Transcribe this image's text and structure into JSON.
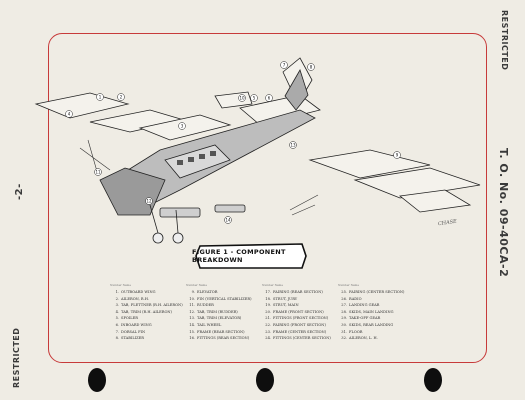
{
  "header": {
    "restricted_top": "RESTRICTED",
    "tech_order": "T. O. No. 09-40CA-2"
  },
  "footer": {
    "restricted_bottom": "RESTRICTED",
    "page_number": "-2-"
  },
  "figure": {
    "title": "FIGURE 1 - COMPONENT BREAKDOWN",
    "signature": "CHASE"
  },
  "legend": {
    "columns": [
      {
        "header": [
          "Number",
          "Name"
        ],
        "items": [
          {
            "num": "1.",
            "text": "OUTBOARD WING"
          },
          {
            "num": "2.",
            "text": "AILERON, R.H."
          },
          {
            "num": "3.",
            "text": "TAB, FLETTNER (R.H. AILERON)"
          },
          {
            "num": "4.",
            "text": "TAB, TRIM (R.H. AILERON)"
          },
          {
            "num": "5.",
            "text": "SPOILER"
          },
          {
            "num": "6.",
            "text": "INBOARD WING"
          },
          {
            "num": "7.",
            "text": "DORSAL FIN"
          },
          {
            "num": "8.",
            "text": "STABILIZER"
          }
        ]
      },
      {
        "header": [
          "Number",
          "Name"
        ],
        "items": [
          {
            "num": "9.",
            "text": "ELEVATOR"
          },
          {
            "num": "10.",
            "text": "FIN (VERTICAL STABILIZER)"
          },
          {
            "num": "11.",
            "text": "RUDDER"
          },
          {
            "num": "12.",
            "text": "TAB, TRIM (RUDDER)"
          },
          {
            "num": "13.",
            "text": "TAB, TRIM (ELEVATOR)"
          },
          {
            "num": "14.",
            "text": "TAIL WHEEL"
          },
          {
            "num": "15.",
            "text": "FRAME (REAR SECTION)"
          },
          {
            "num": "16.",
            "text": "FITTINGS (REAR SECTION)"
          }
        ]
      },
      {
        "header": [
          "Number",
          "Name"
        ],
        "items": [
          {
            "num": "17.",
            "text": "FAIRING (REAR SECTION)"
          },
          {
            "num": "18.",
            "text": "STRUT, JURY"
          },
          {
            "num": "19.",
            "text": "STRUT, MAIN"
          },
          {
            "num": "20.",
            "text": "FRAME (FRONT SECTION)"
          },
          {
            "num": "21.",
            "text": "FITTINGS (FRONT SECTION)"
          },
          {
            "num": "22.",
            "text": "FAIRING (FRONT SECTION)"
          },
          {
            "num": "23.",
            "text": "FRAME (CENTER SECTION)"
          },
          {
            "num": "24.",
            "text": "FITTINGS (CENTER SECTION)"
          }
        ]
      },
      {
        "header": [
          "Number",
          "Name"
        ],
        "items": [
          {
            "num": "25.",
            "text": "FAIRING (CENTER SECTION)"
          },
          {
            "num": "26.",
            "text": "RADIO"
          },
          {
            "num": "27.",
            "text": "LANDING GEAR"
          },
          {
            "num": "28.",
            "text": "SKIDS, MAIN LANDING"
          },
          {
            "num": "29.",
            "text": "TAKE-OFF GEAR"
          },
          {
            "num": "30.",
            "text": "SKIDS, REAR LANDING"
          },
          {
            "num": "31.",
            "text": "FLOOR"
          },
          {
            "num": "32.",
            "text": "AILERON, L. H."
          }
        ]
      }
    ]
  }
}
